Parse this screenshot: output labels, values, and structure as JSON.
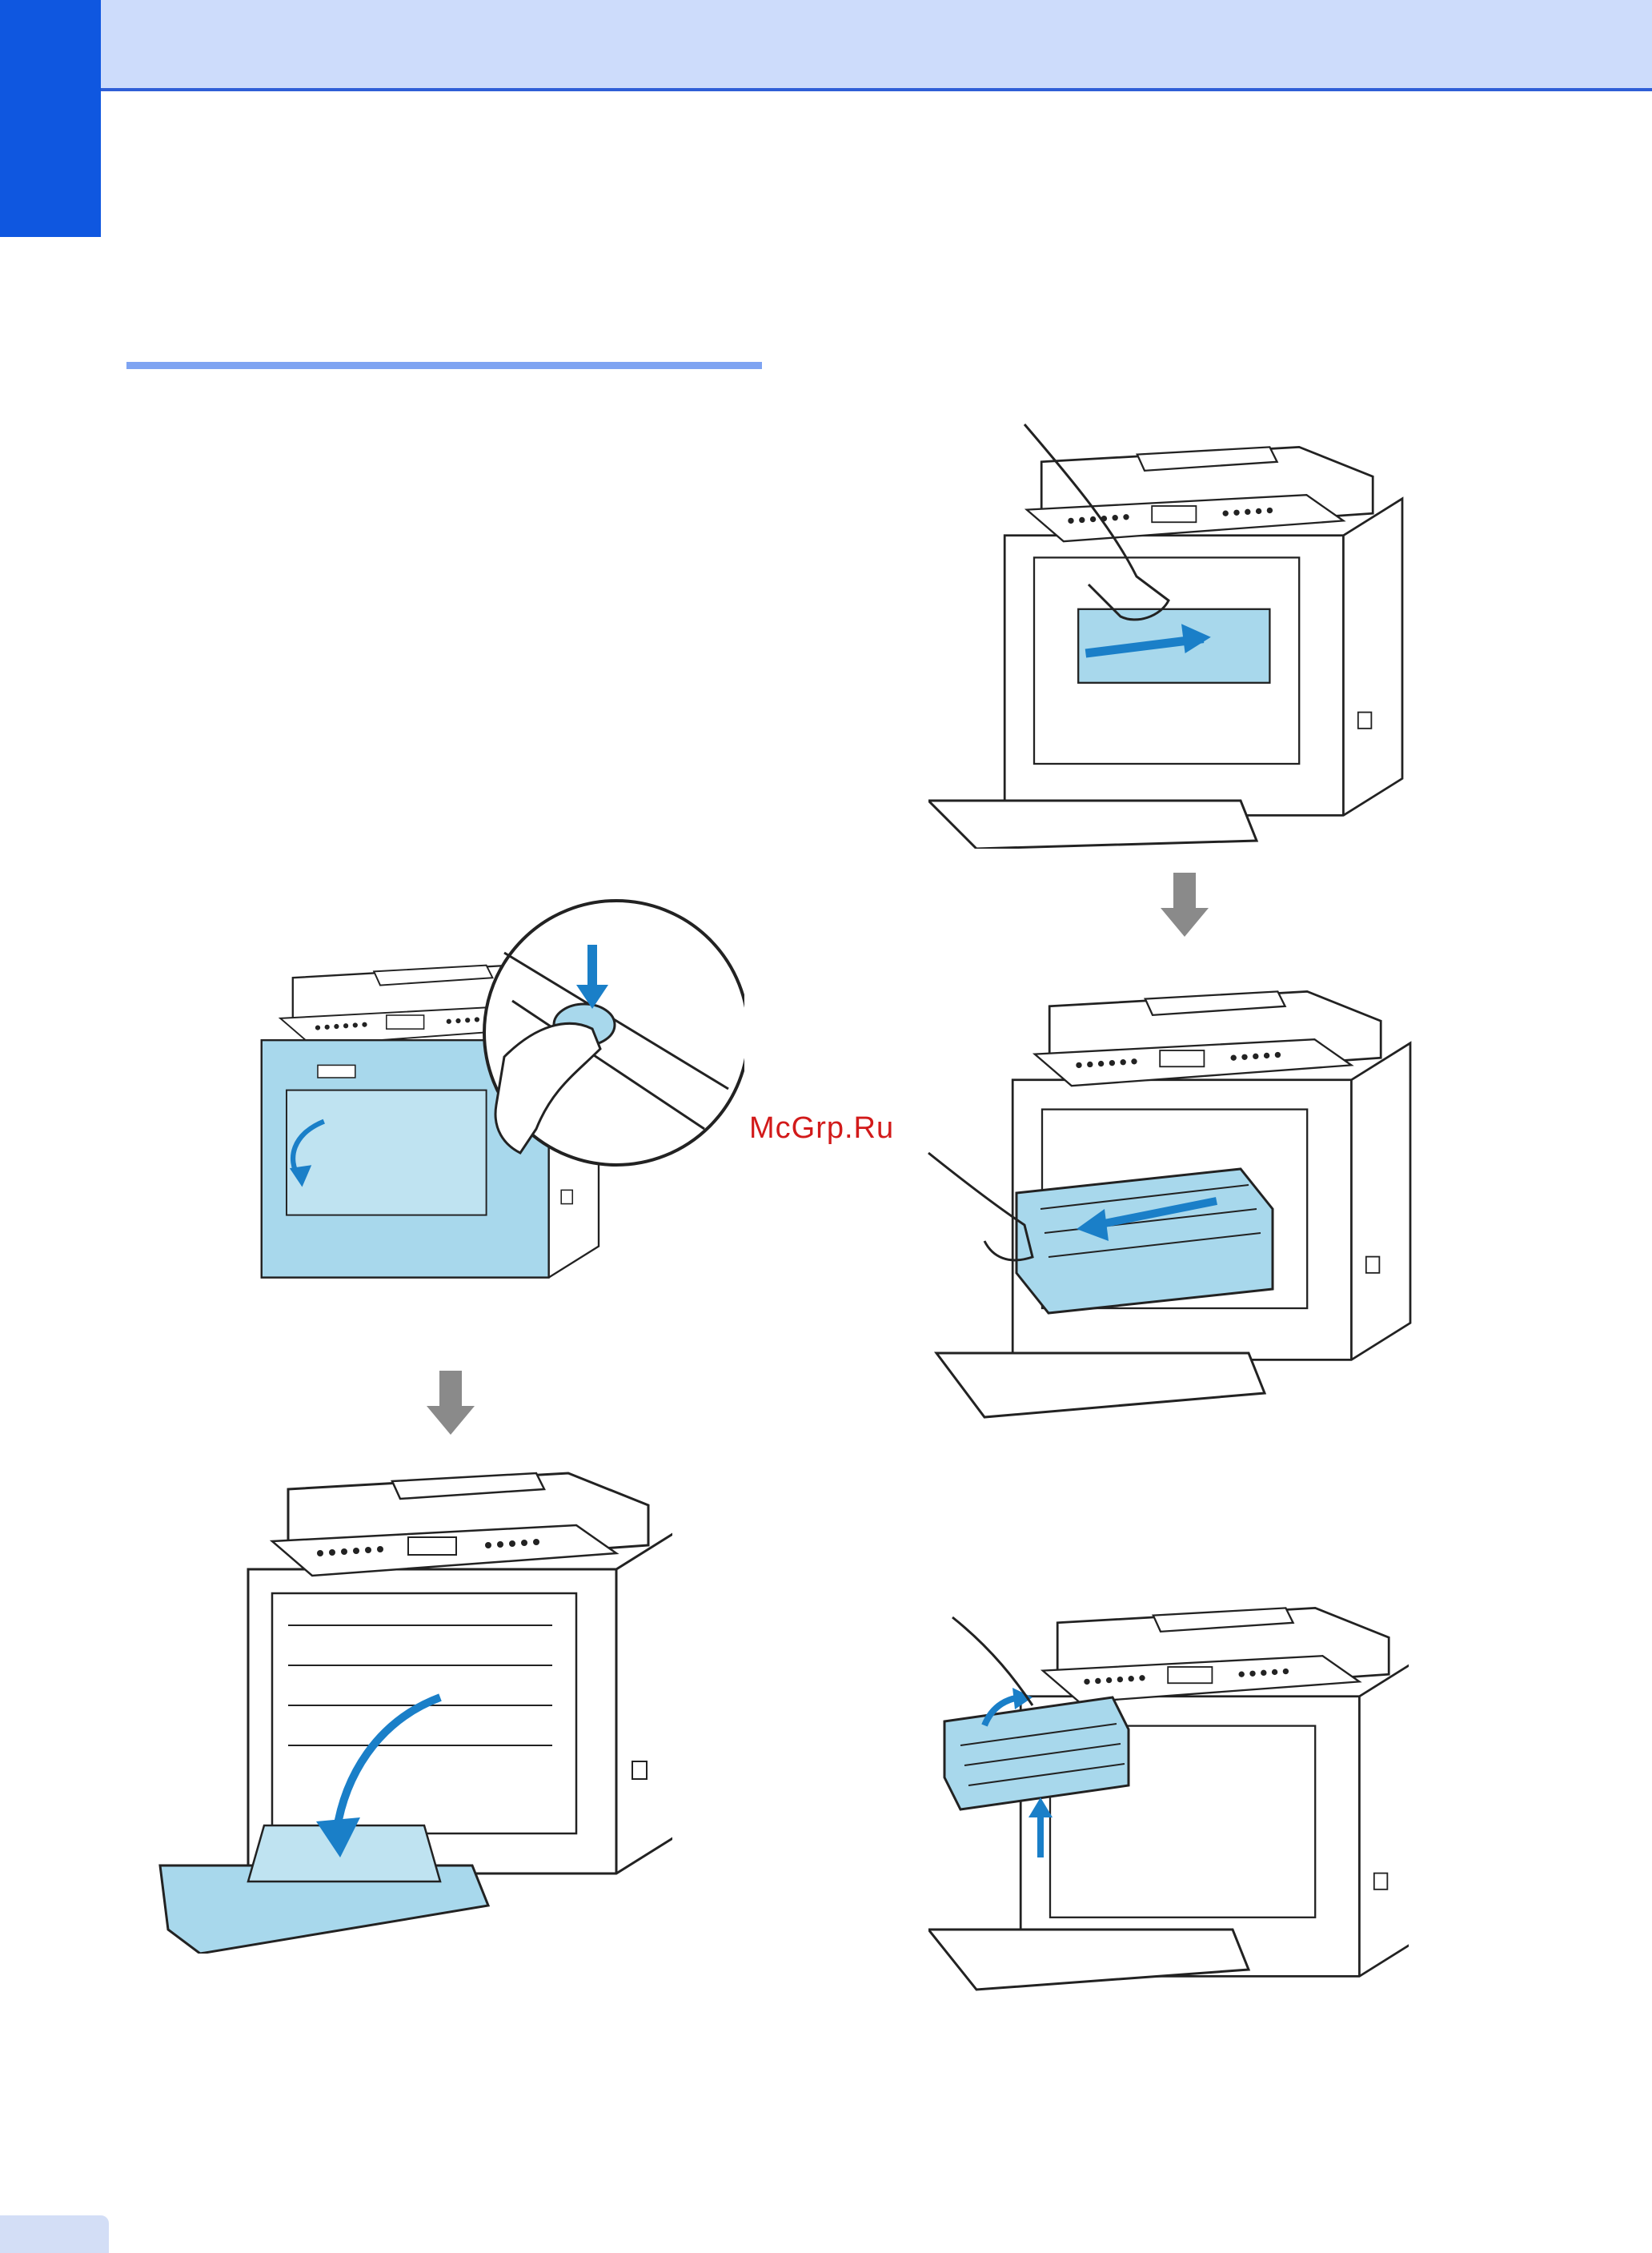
{
  "page": {
    "watermark": "McGrp.Ru"
  },
  "colors": {
    "accent_blue": "#0f57e0",
    "header_band": "#cddcfb",
    "section_rule": "#7fa4f2",
    "highlight_cyan": "#a8d8ec",
    "arrow_gray": "#8a8a8a",
    "watermark_red": "#d21a1a"
  },
  "figures": [
    {
      "name": "press-front-cover-release",
      "highlight": "front-cover"
    },
    {
      "name": "open-front-cover",
      "highlight": "front-cover"
    },
    {
      "name": "grasp-drum-handle",
      "highlight": "drum-unit-handle"
    },
    {
      "name": "pull-out-drum-unit",
      "highlight": "drum-unit"
    },
    {
      "name": "lift-toner-cartridge",
      "highlight": "toner-cartridge"
    }
  ],
  "icons": [
    "down-arrow-icon",
    "down-arrow-icon"
  ]
}
